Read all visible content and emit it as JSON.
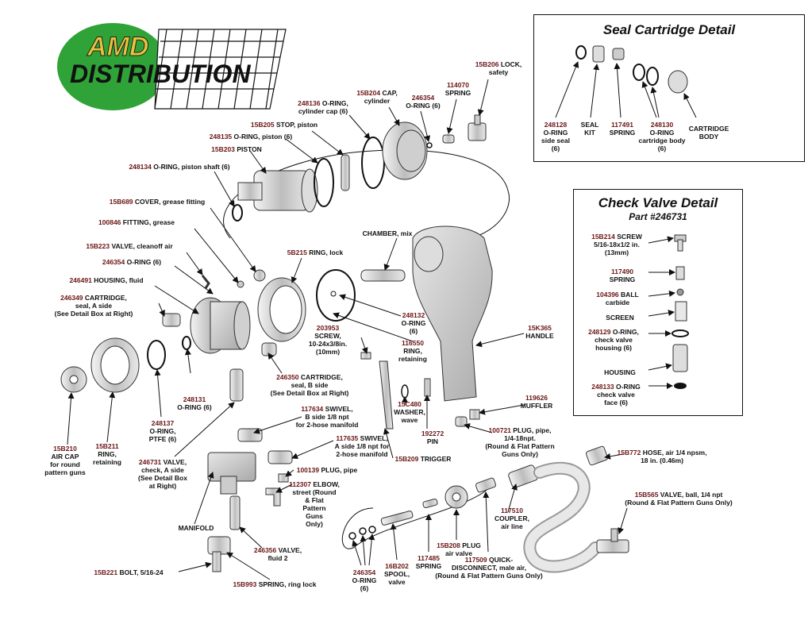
{
  "logo": {
    "line1": "AMD",
    "line2": "DISTRIBUTION",
    "colors": {
      "green": "#2fa337",
      "gold": "#e8c43a"
    }
  },
  "seal_cartridge_box": {
    "title": "Seal Cartridge Detail",
    "labels": [
      {
        "num": "248128",
        "text": [
          "O-RING",
          "side seal",
          "(6)"
        ]
      },
      {
        "num": "",
        "text": [
          "SEAL",
          "KIT"
        ]
      },
      {
        "num": "117491",
        "text": [
          "SPRING"
        ]
      },
      {
        "num": "248130",
        "text": [
          "O-RING",
          "cartridge body",
          "(6)"
        ]
      },
      {
        "num": "",
        "text": [
          "CARTRIDGE",
          "BODY"
        ]
      }
    ]
  },
  "check_valve_box": {
    "title": "Check Valve Detail",
    "subtitle": "Part #246731",
    "labels": [
      {
        "num": "15B214",
        "text": [
          "SCREW",
          "5/16-18x1/2 in.",
          "(13mm)"
        ]
      },
      {
        "num": "117490",
        "text": [
          "SPRING"
        ]
      },
      {
        "num": "104396",
        "text": [
          "BALL",
          "carbide"
        ]
      },
      {
        "num": "",
        "text": [
          "SCREEN"
        ]
      },
      {
        "num": "248129",
        "text": [
          "O-RING,",
          "check valve",
          "housing (6)"
        ]
      },
      {
        "num": "",
        "text": [
          "HOUSING"
        ]
      },
      {
        "num": "248133",
        "text": [
          "O-RING",
          "check valve",
          "face (6)"
        ]
      }
    ]
  },
  "callouts": [
    {
      "id": "lock",
      "num": "15B206",
      "text": [
        "LOCK,",
        "safety"
      ]
    },
    {
      "id": "spring114070",
      "num": "114070",
      "text": [
        "SPRING"
      ]
    },
    {
      "id": "cap",
      "num": "15B204",
      "text": [
        "CAP,",
        "cylinder"
      ]
    },
    {
      "id": "oring246354a",
      "num": "246354",
      "text": [
        "O-RING (6)"
      ]
    },
    {
      "id": "oring248136",
      "num": "248136",
      "text": [
        "O-RING,",
        "cylinder cap (6)"
      ]
    },
    {
      "id": "stop",
      "num": "15B205",
      "text": [
        "STOP, piston"
      ]
    },
    {
      "id": "oring248135",
      "num": "248135",
      "text": [
        "O-RING, piston (6)"
      ]
    },
    {
      "id": "piston",
      "num": "15B203",
      "text": [
        "PISTON"
      ]
    },
    {
      "id": "oring248134",
      "num": "248134",
      "text": [
        "O-RING, piston shaft (6)"
      ]
    },
    {
      "id": "cover",
      "num": "15B689",
      "text": [
        "COVER, grease fitting"
      ]
    },
    {
      "id": "fitting",
      "num": "100846",
      "text": [
        "FITTING, grease"
      ]
    },
    {
      "id": "valve15B223",
      "num": "15B223",
      "text": [
        "VALVE, cleanoff air"
      ]
    },
    {
      "id": "oring246354b",
      "num": "246354",
      "text": [
        "O-RING (6)"
      ]
    },
    {
      "id": "housing",
      "num": "246491",
      "text": [
        "HOUSING, fluid"
      ]
    },
    {
      "id": "cartA",
      "num": "246349",
      "text": [
        "CARTRIDGE,",
        "seal, A side",
        "(See Detail Box at Right)"
      ]
    },
    {
      "id": "ring5B215",
      "num": "5B215",
      "text": [
        "RING, lock"
      ]
    },
    {
      "id": "chamber",
      "num": "",
      "text": [
        "CHAMBER, mix"
      ]
    },
    {
      "id": "oring248132",
      "num": "248132",
      "text": [
        "O-RING",
        "(6)"
      ]
    },
    {
      "id": "screw203953",
      "num": "203953",
      "text": [
        "SCREW,",
        "10-24x3/8in.",
        "(10mm)"
      ]
    },
    {
      "id": "ring116550",
      "num": "116550",
      "text": [
        "RING,",
        "retaining"
      ]
    },
    {
      "id": "handle",
      "num": "15K365",
      "text": [
        "HANDLE"
      ]
    },
    {
      "id": "cartB",
      "num": "246350",
      "text": [
        "CARTRIDGE,",
        "seal, B side",
        "(See Detail Box at Right)"
      ]
    },
    {
      "id": "oring248131",
      "num": "248131",
      "text": [
        "O-RING (6)"
      ]
    },
    {
      "id": "swivel117634",
      "num": "117634",
      "text": [
        "SWIVEL,",
        "B side 1/8 npt",
        "for 2-hose manifold"
      ]
    },
    {
      "id": "washer",
      "num": "15C480",
      "text": [
        "WASHER,",
        "wave"
      ]
    },
    {
      "id": "pin",
      "num": "192272",
      "text": [
        "PIN"
      ]
    },
    {
      "id": "muffler",
      "num": "119626",
      "text": [
        "MUFFLER"
      ]
    },
    {
      "id": "plug100721",
      "num": "100721",
      "text": [
        "PLUG, pipe,",
        "1/4-18npt.",
        "(Round & Flat Pattern",
        "Guns Only)"
      ]
    },
    {
      "id": "oring248137",
      "num": "248137",
      "text": [
        "O-RING,",
        "PTFE (6)"
      ]
    },
    {
      "id": "aircap",
      "num": "15B210",
      "text": [
        "AIR CAP",
        "for round",
        "pattern guns"
      ]
    },
    {
      "id": "ring15B211",
      "num": "15B211",
      "text": [
        "RING,",
        "retaining"
      ]
    },
    {
      "id": "valve246731",
      "num": "246731",
      "text": [
        "VALVE,",
        "check, A side",
        "(See Detail Box",
        "at Right)"
      ]
    },
    {
      "id": "swivel117635",
      "num": "117635",
      "text": [
        "SWIVEL,",
        "A side 1/8 npt for",
        "2-hose manifold"
      ]
    },
    {
      "id": "trigger",
      "num": "15B209",
      "text": [
        "TRIGGER"
      ]
    },
    {
      "id": "hose",
      "num": "15B772",
      "text": [
        "HOSE, air 1/4 npsm,",
        "18 in. (0.46m)"
      ]
    },
    {
      "id": "plug100139",
      "num": "100139",
      "text": [
        "PLUG, pipe"
      ]
    },
    {
      "id": "elbow",
      "num": "112307",
      "text": [
        "ELBOW,",
        "street (Round",
        "& Flat",
        "Pattern",
        "Guns",
        "Only)"
      ]
    },
    {
      "id": "valve15B565",
      "num": "15B565",
      "text": [
        "VALVE, ball, 1/4 npt",
        "(Round & Flat Pattern Guns Only)"
      ]
    },
    {
      "id": "coupler",
      "num": "117510",
      "text": [
        "COUPLER,",
        "air line"
      ]
    },
    {
      "id": "manifold",
      "num": "",
      "text": [
        "MANIFOLD"
      ]
    },
    {
      "id": "plug15B208",
      "num": "15B208",
      "text": [
        "PLUG",
        "air valve"
      ]
    },
    {
      "id": "valve246356",
      "num": "246356",
      "text": [
        "VALVE,",
        "fluid 2"
      ]
    },
    {
      "id": "spring117485",
      "num": "117485",
      "text": [
        "SPRING"
      ]
    },
    {
      "id": "quick",
      "num": "117509",
      "text": [
        "QUICK-",
        "DISCONNECT, male air,",
        "(Round & Flat Pattern Guns Only)"
      ]
    },
    {
      "id": "bolt",
      "num": "15B221",
      "text": [
        "BOLT, 5/16-24"
      ]
    },
    {
      "id": "spring15B993",
      "num": "15B993",
      "text": [
        "SPRING, ring lock"
      ]
    },
    {
      "id": "oring246354c",
      "num": "246354",
      "text": [
        "O-RING",
        "(6)"
      ]
    },
    {
      "id": "spool",
      "num": "16B202",
      "text": [
        "SPOOL,",
        "valve"
      ]
    }
  ]
}
